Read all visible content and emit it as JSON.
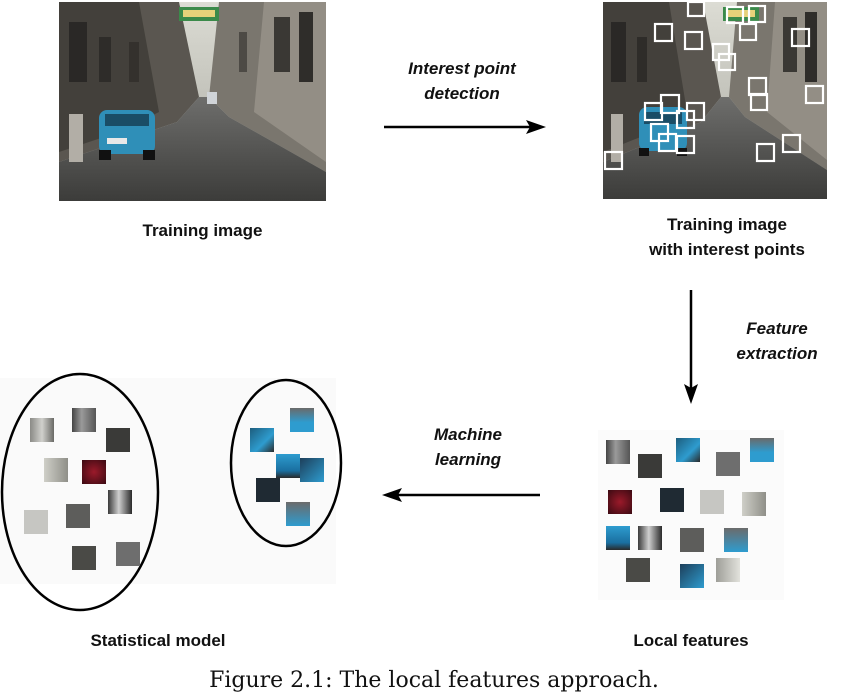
{
  "nodes": {
    "training_image": {
      "label": "Training image"
    },
    "training_image_ip": {
      "line1": "Training image",
      "line2": "with interest points"
    },
    "local_features": {
      "label": "Local features"
    },
    "statistical_model": {
      "label": "Statistical model"
    }
  },
  "edges": {
    "interest_point_detection": {
      "line1": "Interest point",
      "line2": "detection"
    },
    "feature_extraction": {
      "line1": "Feature",
      "line2": "extraction"
    },
    "machine_learning": {
      "line1": "Machine",
      "line2": "learning"
    }
  },
  "caption": "Figure 2.1: The local features approach.",
  "colors": {
    "arrow": "#000000",
    "patch_blue": "#2e9ccf",
    "patch_red": "#7a1020",
    "patch_gray": "#6e6e6e",
    "patch_dark": "#2a2a2a",
    "patch_light": "#b9b9b9"
  }
}
